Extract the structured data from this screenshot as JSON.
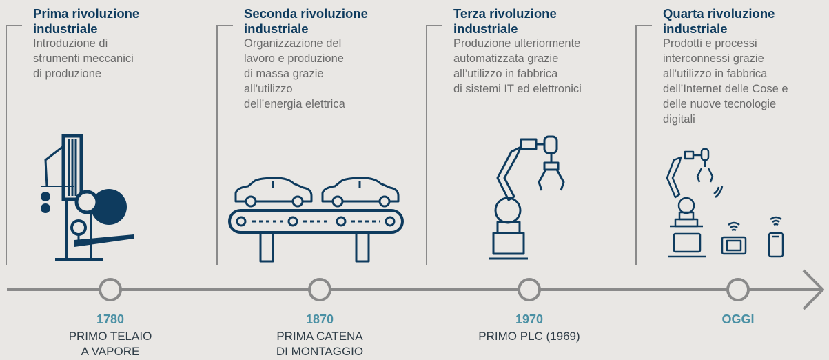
{
  "colors": {
    "navy": "#0e3b5e",
    "teal": "#4a90a4",
    "gray": "#8a8a8a",
    "background": "#e9e7e4"
  },
  "stages": [
    {
      "title": "Prima rivoluzione\nindustriale",
      "description": "Introduzione di\nstrumenti meccanici\ndi produzione",
      "year": "1780",
      "event": "PRIMO TELAIO\nA VAPORE",
      "icon": "steam-loom-icon"
    },
    {
      "title": "Seconda rivoluzione\nindustriale",
      "description": "Organizzazione del\nlavoro e produzione\ndi massa grazie\nall’utilizzo\ndell’energia elettrica",
      "year": "1870",
      "event": "PRIMA CATENA\nDI MONTAGGIO",
      "icon": "assembly-line-icon"
    },
    {
      "title": "Terza rivoluzione\nindustriale",
      "description": "Produzione ulteriormente\nautomatizzata grazie\nall’utilizzo in fabbrica\ndi sistemi IT ed elettronici",
      "year": "1970",
      "event": "PRIMO PLC (1969)",
      "icon": "robot-arm-icon"
    },
    {
      "title": "Quarta rivoluzione\nindustriale",
      "description": "Prodotti e processi\ninterconnessi grazie\nall’utilizzo in fabbrica\ndell’Internet delle Cose e\ndelle nuove tecnologie\ndigitali",
      "year": "OGGI",
      "event": "",
      "icon": "connected-devices-icon"
    }
  ]
}
